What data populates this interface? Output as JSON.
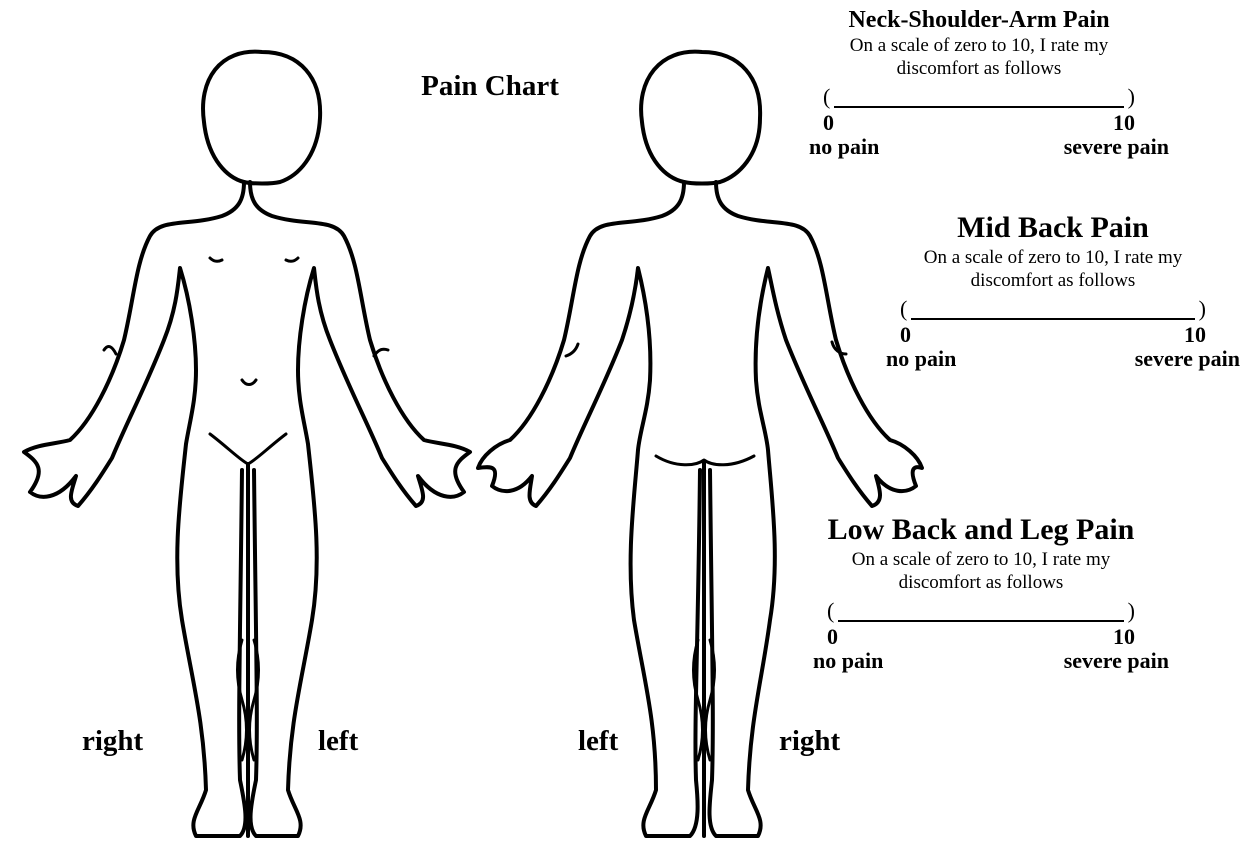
{
  "title": "Pain Chart",
  "front_view": {
    "label_left": "right",
    "label_right": "left"
  },
  "back_view": {
    "label_left": "left",
    "label_right": "right"
  },
  "scales": [
    {
      "heading": "Neck-Shoulder-Arm Pain",
      "description_line1": "On a scale of zero to 10, I rate my",
      "description_line2": "discomfort as follows",
      "min_value": "0",
      "max_value": "10",
      "min_label": "no pain",
      "max_label": "severe pain",
      "open_paren": "(",
      "close_paren": ")"
    },
    {
      "heading": "Mid Back Pain",
      "description_line1": "On a scale of zero to 10, I rate my",
      "description_line2": "discomfort as follows",
      "min_value": "0",
      "max_value": "10",
      "min_label": "no pain",
      "max_label": "severe pain",
      "open_paren": "(",
      "close_paren": ")"
    },
    {
      "heading": "Low Back and Leg Pain",
      "description_line1": "On a scale of zero to 10, I rate my",
      "description_line2": "discomfort as follows",
      "min_value": "0",
      "max_value": "10",
      "min_label": "no pain",
      "max_label": "severe pain",
      "open_paren": "(",
      "close_paren": ")"
    }
  ]
}
